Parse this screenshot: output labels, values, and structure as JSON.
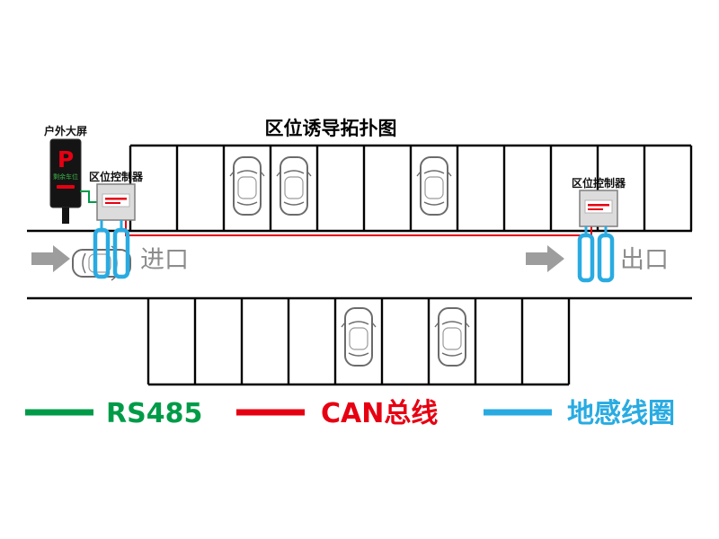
{
  "title": "区位诱导拓扑图",
  "outdoor_display": {
    "label": "户外大屏",
    "letter": "P",
    "subtext": "剩余车位"
  },
  "controllers": {
    "left_label": "区位控制器",
    "right_label": "区位控制器"
  },
  "lane": {
    "entrance_label": "进口",
    "exit_label": "出口"
  },
  "legend": {
    "items": [
      {
        "label": "RS485",
        "color": "#009B48"
      },
      {
        "label": "CAN总线",
        "color": "#E60012"
      },
      {
        "label": "地感线圈",
        "color": "#29ABE2"
      }
    ]
  },
  "colors": {
    "rs485_green": "#009B48",
    "can_red": "#E60012",
    "loop_blue": "#29ABE2",
    "structure_black": "#000000",
    "arrow_gray": "#9D9D9D",
    "gate_text_gray": "#8C8C8C",
    "display_bg": "#141414",
    "display_green": "#3CB54A",
    "controller_fill": "#DCDCDC"
  }
}
